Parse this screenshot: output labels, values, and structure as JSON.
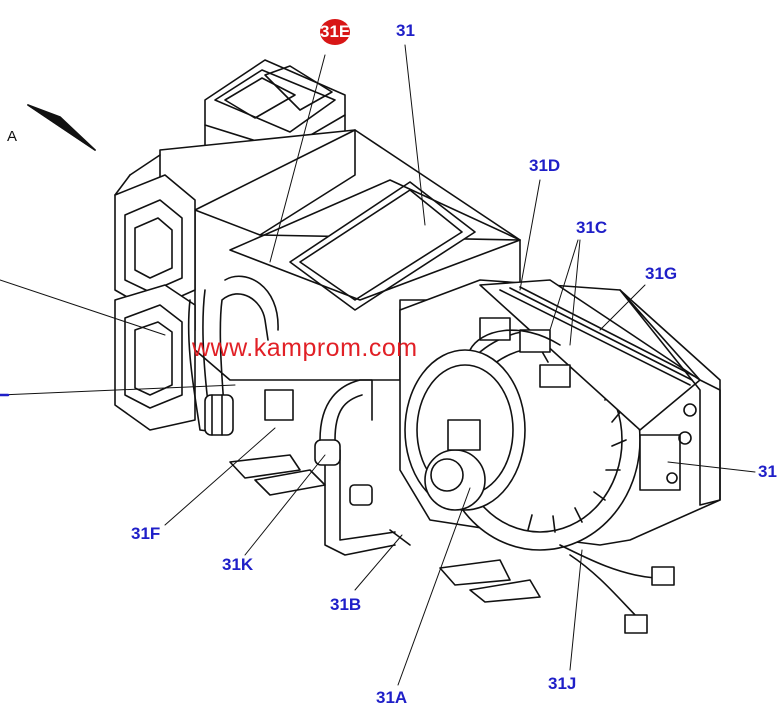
{
  "diagram": {
    "view_label": "A",
    "watermark": "www.kamprom.com",
    "highlight_badge": "31E",
    "callouts": {
      "c31": "31",
      "c31d": "31D",
      "c31c": "31C",
      "c31g": "31G",
      "c31h": "31",
      "c31f": "31F",
      "c31k": "31K",
      "c31b": "31B",
      "c31a": "31A",
      "c31j": "31J"
    },
    "colors": {
      "label": "#1f1fc8",
      "watermark": "#e0151b",
      "badge": "#d81616",
      "line": "#111111"
    }
  }
}
